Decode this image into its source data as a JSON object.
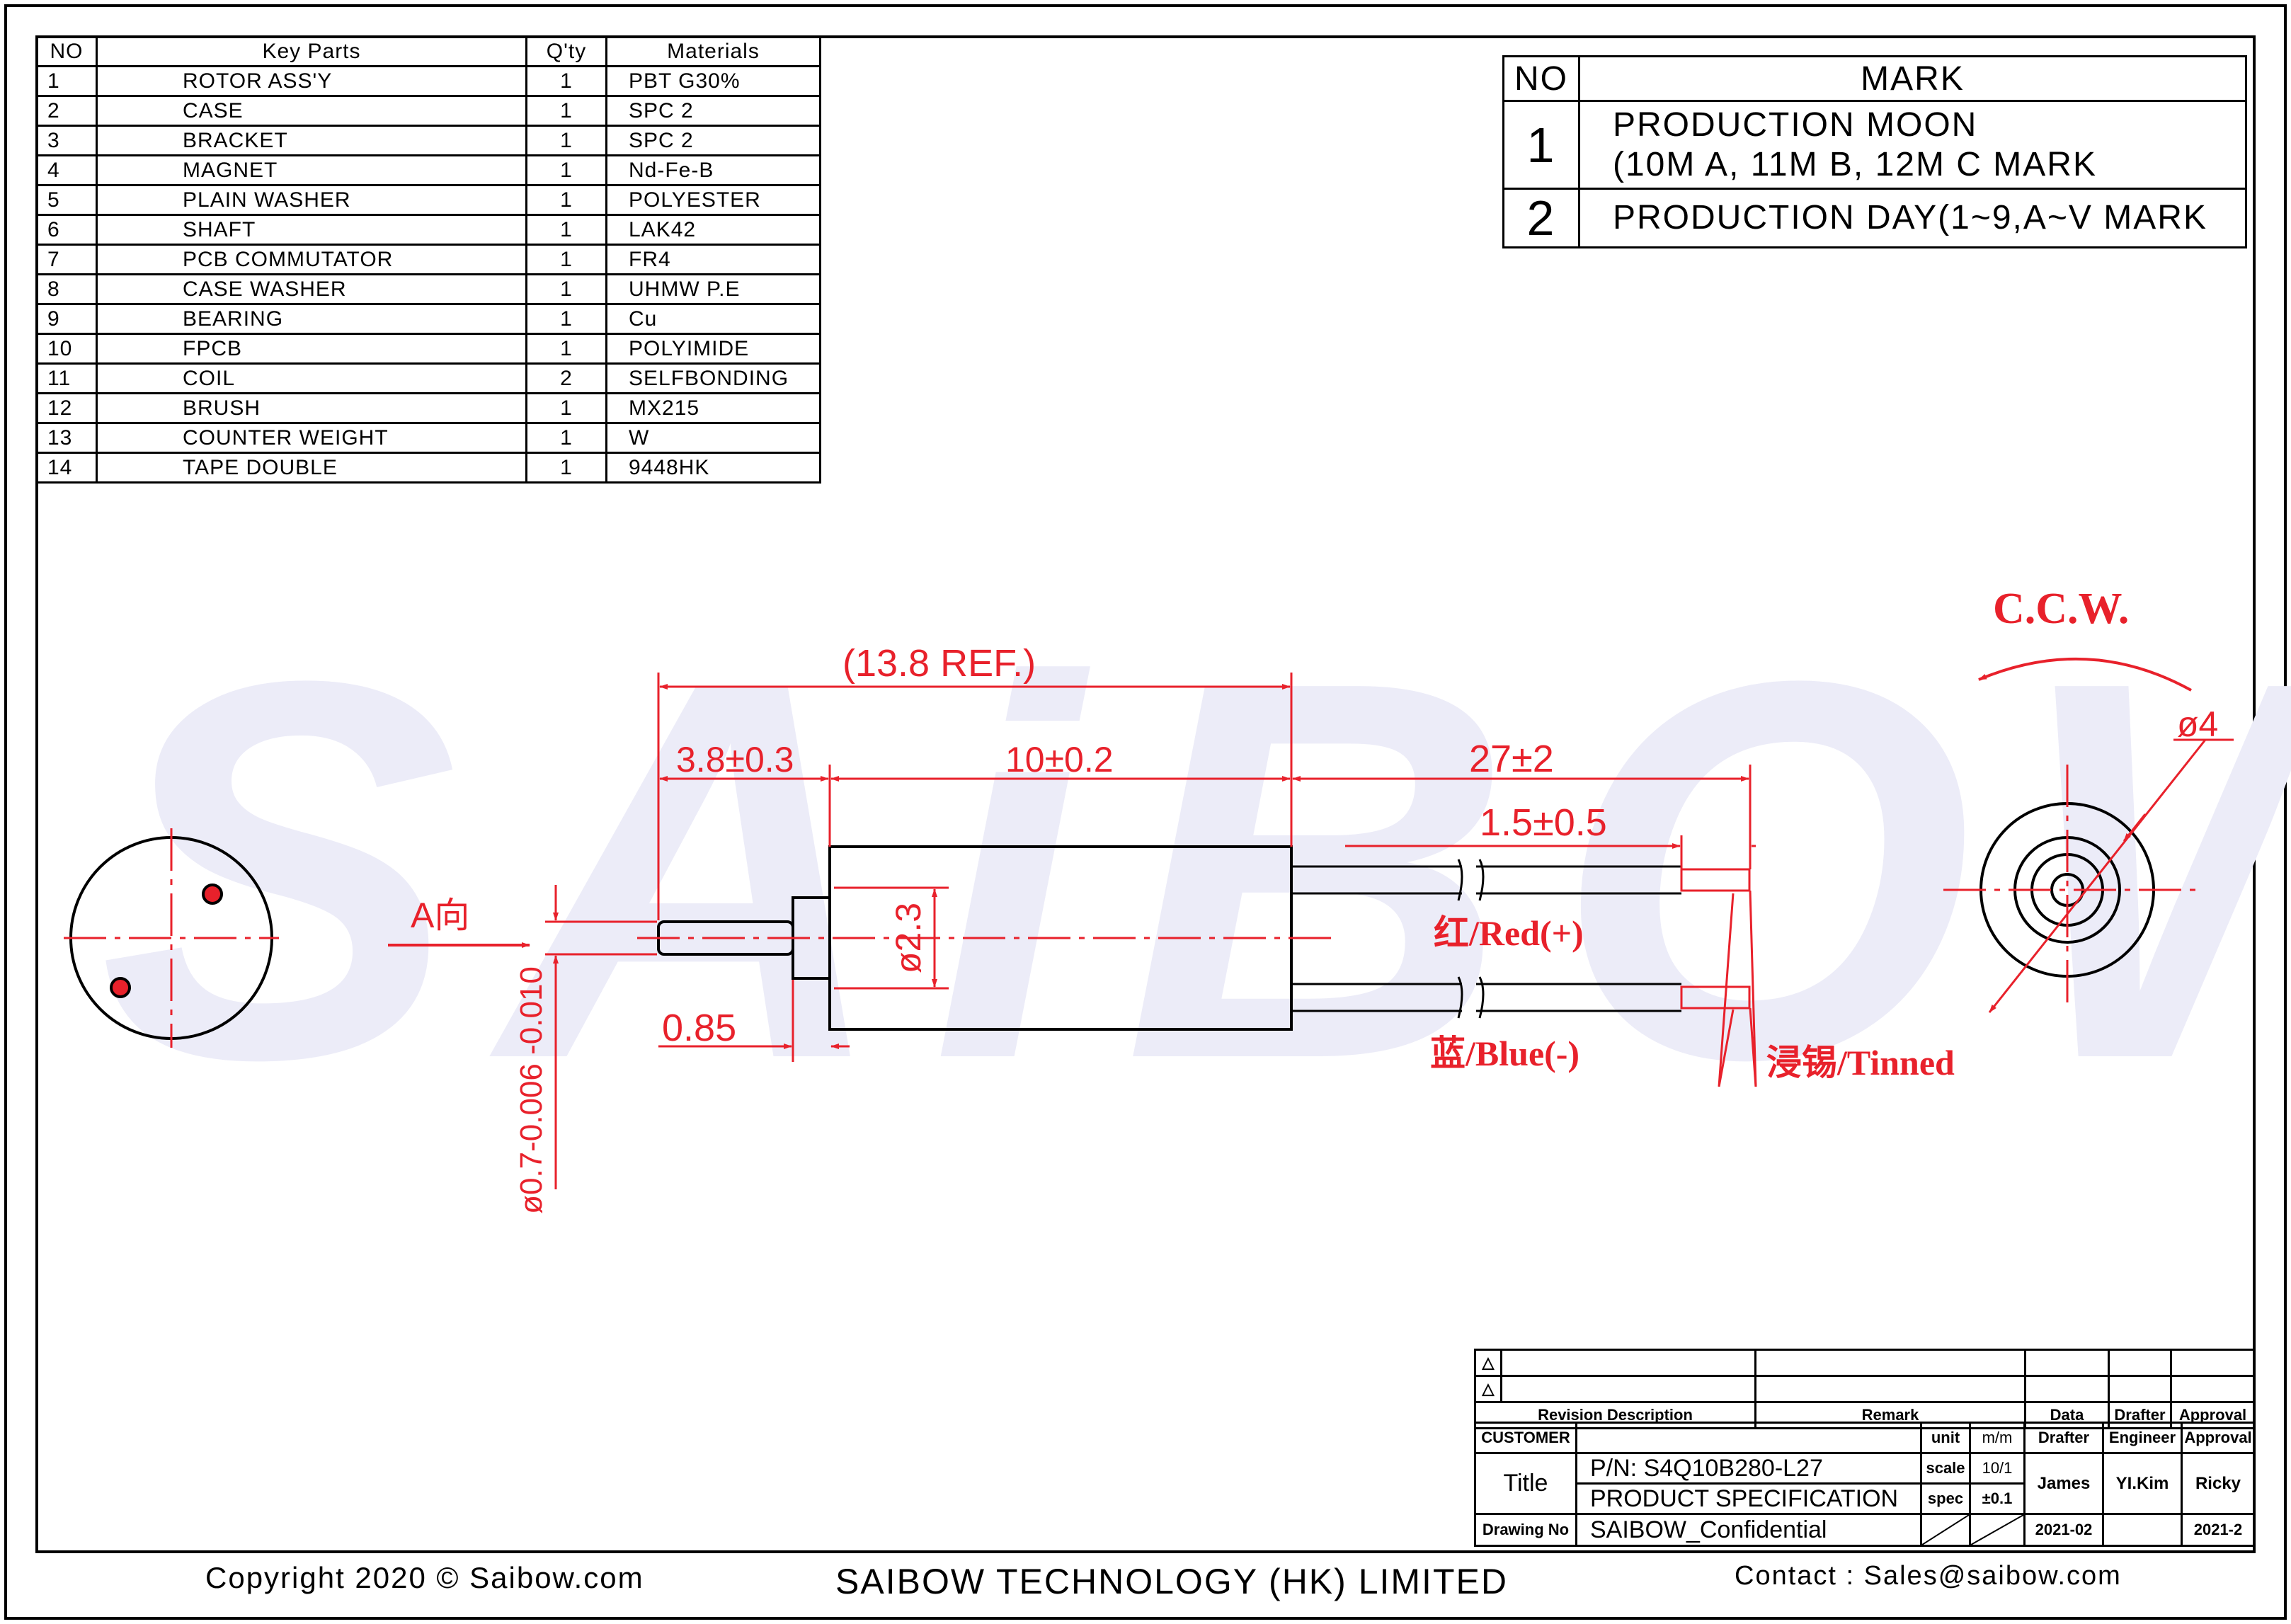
{
  "watermark": "SAiBOW",
  "parts_table": {
    "headers": [
      "NO",
      "Key Parts",
      "Q'ty",
      "Materials"
    ],
    "rows": [
      [
        "1",
        "ROTOR ASS'Y",
        "1",
        "PBT G30%"
      ],
      [
        "2",
        "CASE",
        "1",
        "SPC 2"
      ],
      [
        "3",
        "BRACKET",
        "1",
        "SPC 2"
      ],
      [
        "4",
        "MAGNET",
        "1",
        "Nd-Fe-B"
      ],
      [
        "5",
        "PLAIN WASHER",
        "1",
        "POLYESTER"
      ],
      [
        "6",
        "SHAFT",
        "1",
        "LAK42"
      ],
      [
        "7",
        "PCB COMMUTATOR",
        "1",
        "FR4"
      ],
      [
        "8",
        "CASE WASHER",
        "1",
        "UHMW P.E"
      ],
      [
        "9",
        "BEARING",
        "1",
        "Cu"
      ],
      [
        "10",
        "FPCB",
        "1",
        "POLYIMIDE"
      ],
      [
        "11",
        "COIL",
        "2",
        "SELFBONDING"
      ],
      [
        "12",
        "BRUSH",
        "1",
        "MX215"
      ],
      [
        "13",
        "COUNTER WEIGHT",
        "1",
        "W"
      ],
      [
        "14",
        "TAPE DOUBLE",
        "1",
        "9448HK"
      ]
    ]
  },
  "mark_table": {
    "headers": [
      "NO",
      "MARK"
    ],
    "rows": [
      {
        "no": "1",
        "line1": "PRODUCTION MOON",
        "line2": "(10M A, 11M B, 12M C MARK"
      },
      {
        "no": "2",
        "line1": "PRODUCTION DAY(1~9,A~V MARK",
        "line2": ""
      }
    ]
  },
  "dimensions": {
    "overall": "(13.8 REF.)",
    "shaft_len": "3.8±0.3",
    "body_len": "10±0.2",
    "wire_len": "27±2",
    "tin_len": "1.5±0.5",
    "body_dia": "ø2.3",
    "shaft_dia": "ø0.7-0.006 -0.010",
    "flange": "0.85",
    "end_dia": "ø4",
    "rotation": "C.C.W.",
    "view_dir": "A向",
    "red_wire": "红/Red(+)",
    "blue_wire": "蓝/Blue(-)",
    "tinned": "浸锡/Tinned"
  },
  "title_block": {
    "revision_header": "Revision Description",
    "remark_header": "Remark",
    "data_header": "Data",
    "drafter_header": "Drafter",
    "approval_header": "Approval",
    "customer_label": "CUSTOMER",
    "unit_label": "unit",
    "unit_value": "m/m",
    "drafter_label": "Drafter",
    "engineer_label": "Engineer",
    "approval_label": "Approval",
    "title_label": "Title",
    "pn": "P/N: S4Q10B280-L27",
    "product": "PRODUCT SPECIFICATION",
    "scale_label": "scale",
    "scale_value": "10/1",
    "spec_label": "spec",
    "spec_value": "±0.1",
    "drafter_name": "James",
    "engineer_name": "YI.Kim",
    "approval_name": "Ricky",
    "drawing_label": "Drawing No",
    "drawing_no": "SAIBOW_Confidential",
    "date1": "2021-02",
    "date2": "2021-2"
  },
  "footer": {
    "copyright": "Copyright 2020 © Saibow.com",
    "company": "SAIBOW TECHNOLOGY (HK) LIMITED",
    "contact": "Contact : Sales@saibow.com"
  }
}
